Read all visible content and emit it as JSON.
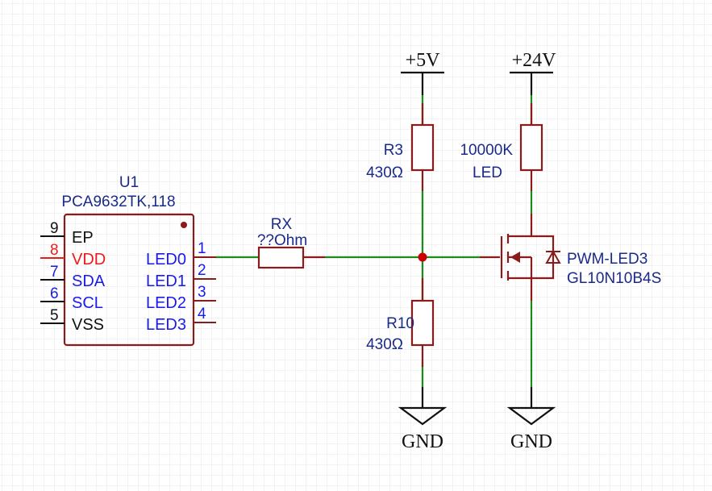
{
  "colors": {
    "grid": "#e6e6e6",
    "body": "#8b1a1a",
    "wire": "#1a8a1a",
    "label_blue": "#1a2a8a",
    "pin_blue": "#1a1aee",
    "pin_red": "#ee1a1a",
    "pin_black": "#111111",
    "junction": "#cc0000"
  },
  "ic": {
    "ref": "U1",
    "part": "PCA9632TK,118",
    "left_pins": [
      {
        "num": "9",
        "name": "EP",
        "color": "black"
      },
      {
        "num": "8",
        "name": "VDD",
        "color": "red"
      },
      {
        "num": "7",
        "name": "SDA",
        "color": "blue"
      },
      {
        "num": "6",
        "name": "SCL",
        "color": "blue"
      },
      {
        "num": "5",
        "name": "VSS",
        "color": "black"
      }
    ],
    "right_pins": [
      {
        "num": "1",
        "name": "LED0"
      },
      {
        "num": "2",
        "name": "LED1"
      },
      {
        "num": "3",
        "name": "LED2"
      },
      {
        "num": "4",
        "name": "LED3"
      }
    ]
  },
  "rx": {
    "ref": "RX",
    "value": "??Ohm"
  },
  "r3": {
    "ref": "R3",
    "value": "430Ω"
  },
  "r10": {
    "ref": "R10",
    "value": "430Ω"
  },
  "rled": {
    "ref": "10000K",
    "value": "LED"
  },
  "mosfet": {
    "ref": "PWM-LED3",
    "part": "GL10N10B4S"
  },
  "power": {
    "v5": "+5V",
    "v24": "+24V"
  },
  "ground": {
    "left": "GND",
    "right": "GND"
  }
}
